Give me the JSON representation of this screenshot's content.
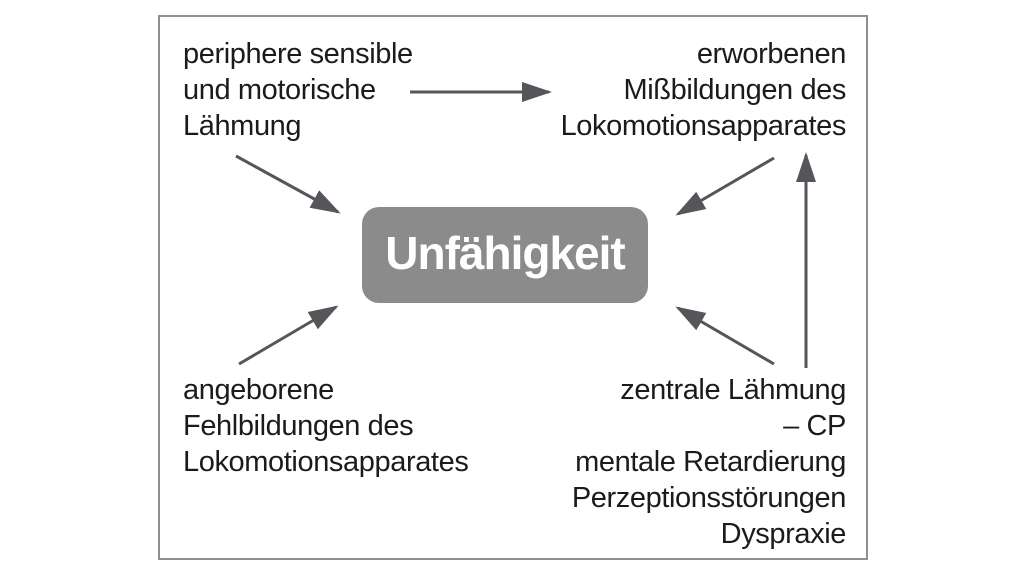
{
  "figure": {
    "center": {
      "label": "Unfähigkeit"
    },
    "nodes": {
      "top_left": {
        "lines": [
          "periphere sensible",
          "und motorische",
          "Lähmung"
        ]
      },
      "top_right": {
        "lines": [
          "erworbenen",
          "Mißbildungen des",
          "Lokomotionsapparates"
        ]
      },
      "bottom_left": {
        "lines": [
          "angeborene",
          "Fehlbildungen des",
          "Lokomotionsapparates"
        ]
      },
      "bottom_right": {
        "lines": [
          "zentrale Lähmung",
          "– CP",
          "mentale Retardierung",
          "Perzeptionsstörungen",
          "Dyspraxie"
        ]
      }
    },
    "edges": [
      {
        "from": "top_left",
        "to": "top_right"
      },
      {
        "from": "top_left",
        "to": "center"
      },
      {
        "from": "top_right",
        "to": "center"
      },
      {
        "from": "bottom_left",
        "to": "center"
      },
      {
        "from": "bottom_right",
        "to": "center"
      },
      {
        "from": "bottom_right",
        "to": "top_right"
      }
    ],
    "colors": {
      "center_box": "#8b8b8b",
      "center_text": "#ffffff",
      "arrow": "#56565a",
      "text": "#1b1b1b",
      "frame_border": "#8f8f8f"
    }
  }
}
